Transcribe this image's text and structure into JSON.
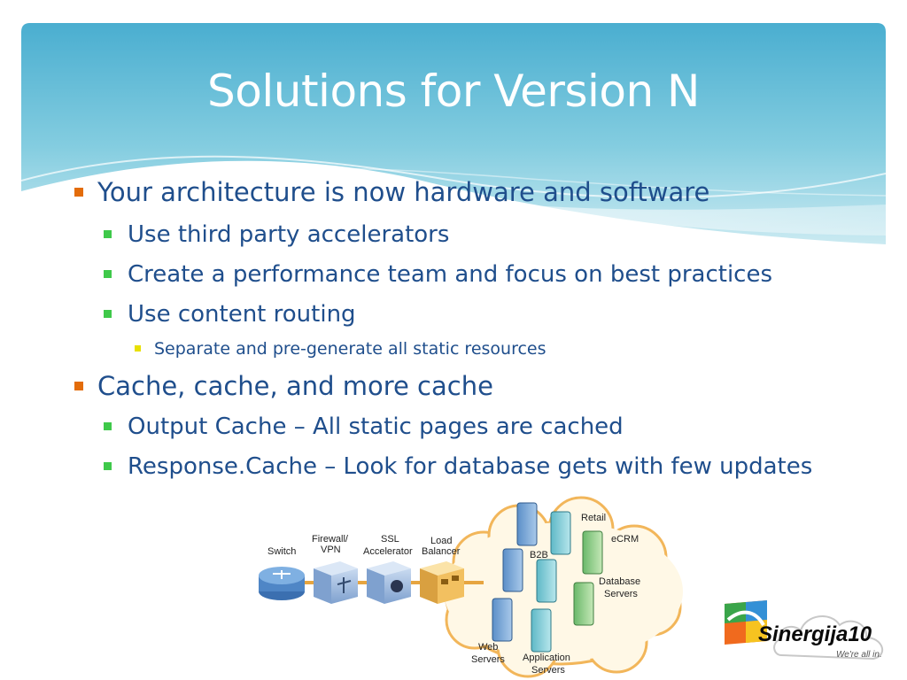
{
  "slide": {
    "title": "Solutions for Version N",
    "bullets": [
      {
        "level": 1,
        "text": "Your architecture is now hardware and software"
      },
      {
        "level": 2,
        "text": "Use third party accelerators"
      },
      {
        "level": 2,
        "text": "Create a performance team and focus on best practices"
      },
      {
        "level": 2,
        "text": "Use content routing"
      },
      {
        "level": 3,
        "text": "Separate and pre-generate all static resources"
      },
      {
        "level": 1,
        "text": "Cache, cache, and more cache"
      },
      {
        "level": 2,
        "text": "Output Cache – All static pages are cached"
      },
      {
        "level": 2,
        "text": "Response.Cache – Look for database gets with few updates"
      }
    ]
  },
  "diagram": {
    "switch": "Switch",
    "firewall_1": "Firewall/",
    "firewall_2": "VPN",
    "ssl_1": "SSL",
    "ssl_2": "Accelerator",
    "lb_1": "Load",
    "lb_2": "Balancer",
    "retail": "Retail",
    "ecrm": "eCRM",
    "b2b": "B2B",
    "db_1": "Database",
    "db_2": "Servers",
    "web_1": "Web",
    "web_2": "Servers",
    "app_1": "Application",
    "app_2": "Servers"
  },
  "logo": {
    "name": "Sinergija10",
    "tagline": "We're all in."
  },
  "colors": {
    "title_text": "#ffffff",
    "header_top": "#4aaed0",
    "header_bottom": "#b8e4ee",
    "body_text": "#1f4e8c",
    "bullet_l1": "#e36c0a",
    "bullet_l2": "#3fc94a",
    "bullet_l3": "#e8e000"
  }
}
